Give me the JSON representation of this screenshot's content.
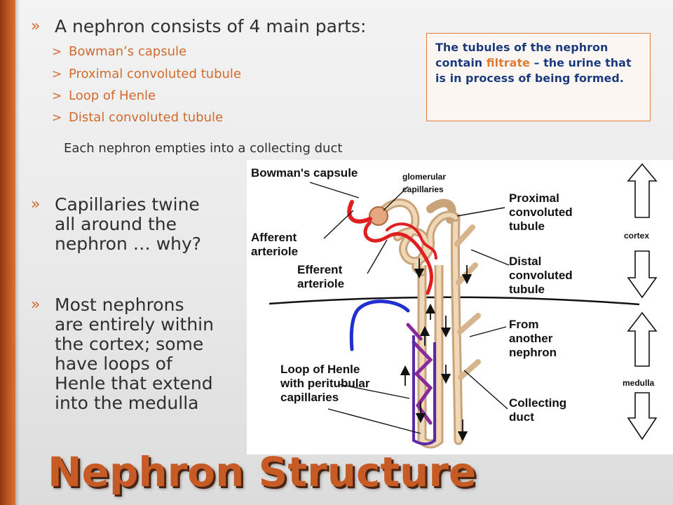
{
  "slide": {
    "title": "Nephron Structure",
    "bullets": {
      "parts_heading": "A nephron consists of 4 main parts:",
      "parts": [
        "Bowman’s capsule",
        "Proximal convoluted tubule",
        "Loop of Henle",
        "Distal convoluted tubule"
      ],
      "collecting_note": "Each nephron empties into a collecting duct",
      "capillaries_lines": [
        "Capillaries twine",
        "all around the",
        "nephron … why?"
      ],
      "medulla_lines": [
        "Most nephrons",
        "are entirely within",
        "the cortex; some",
        "have loops of",
        "Henle that extend",
        "into the medulla"
      ]
    },
    "callout": {
      "text_before": "The tubules of the nephron contain ",
      "highlight": "filtrate",
      "text_after": " – the urine that is in process of being formed."
    },
    "colors": {
      "accent": "#d26a2e",
      "title": "#c65b26",
      "callout_text": "#1f3a7a",
      "body_text": "#2f2f2f"
    },
    "icons": {
      "bullet": "double-chevron-icon",
      "sub_bullet": "chevron-right-icon"
    }
  },
  "diagram": {
    "labels": {
      "bowmans": "Bowman's capsule",
      "glomerular": [
        "glomerular",
        "capillaries"
      ],
      "proximal": [
        "Proximal",
        "convoluted",
        "tubule"
      ],
      "afferent": [
        "Afferent",
        "arteriole"
      ],
      "efferent": [
        "Efferent",
        "arteriole"
      ],
      "distal": [
        "Distal",
        "convoluted",
        "tubule"
      ],
      "from_another": [
        "From",
        "another",
        "nephron"
      ],
      "loop": [
        "Loop of Henle",
        "with peritubular",
        "capillaries"
      ],
      "collecting": [
        "Collecting",
        "duct"
      ],
      "cortex": "cortex",
      "medulla": "medulla"
    }
  }
}
